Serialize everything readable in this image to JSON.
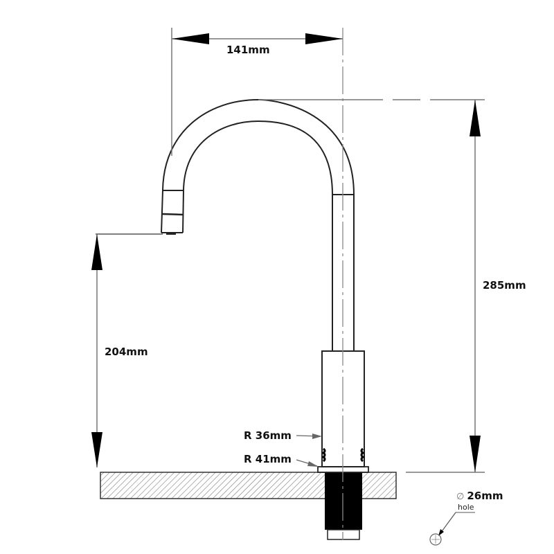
{
  "drawing": {
    "subject": "gooseneck faucet technical dimension drawing",
    "colors": {
      "line": "#1a1a1a",
      "dimension": "#555555",
      "hatch": "#888888",
      "background": "#ffffff"
    }
  },
  "dimensions": {
    "spout_reach": "141mm",
    "total_height": "285mm",
    "spout_clearance": "204mm",
    "body_radius": "R 36mm",
    "base_radius": "R 41mm",
    "hole_diameter": "26mm",
    "hole_diameter_symbol": "∅",
    "hole_label": "hole"
  }
}
